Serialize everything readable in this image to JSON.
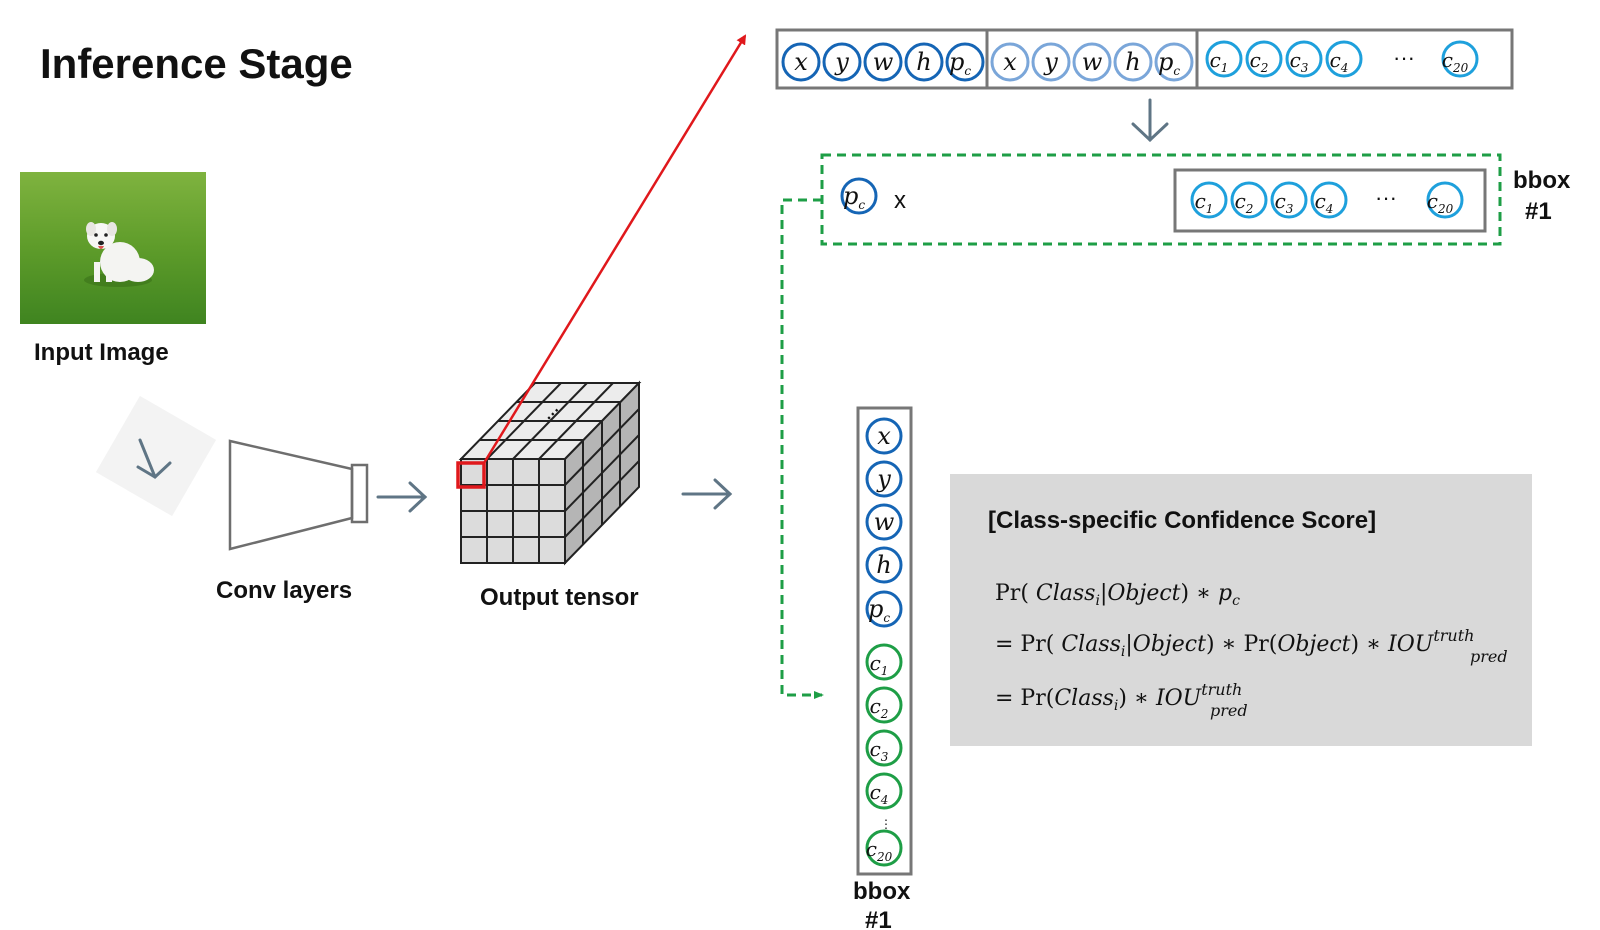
{
  "title": "Inference Stage",
  "input_label": "Input Image",
  "conv_label": "Conv layers",
  "tensor_label": "Output tensor",
  "vector_top": {
    "box1": [
      {
        "b": "x"
      },
      {
        "b": "y"
      },
      {
        "b": "w"
      },
      {
        "b": "h"
      },
      {
        "b": "p",
        "s": "c"
      }
    ],
    "box2": [
      {
        "b": "x"
      },
      {
        "b": "y"
      },
      {
        "b": "w"
      },
      {
        "b": "h"
      },
      {
        "b": "p",
        "s": "c"
      }
    ],
    "classes": [
      {
        "b": "c",
        "s": "1"
      },
      {
        "b": "c",
        "s": "2"
      },
      {
        "b": "c",
        "s": "3"
      },
      {
        "b": "c",
        "s": "4"
      }
    ],
    "ellipsis": "···",
    "last_class": {
      "b": "c",
      "s": "20"
    }
  },
  "multiply": {
    "pc": {
      "b": "p",
      "s": "c"
    },
    "times": "x",
    "classes": [
      {
        "b": "c",
        "s": "1"
      },
      {
        "b": "c",
        "s": "2"
      },
      {
        "b": "c",
        "s": "3"
      },
      {
        "b": "c",
        "s": "4"
      }
    ],
    "ellipsis": "···",
    "last_class": {
      "b": "c",
      "s": "20"
    },
    "label_line1": "bbox",
    "label_line2": "#1"
  },
  "column": {
    "items": [
      {
        "b": "x",
        "tone": "blue"
      },
      {
        "b": "y",
        "tone": "blue"
      },
      {
        "b": "w",
        "tone": "blue"
      },
      {
        "b": "h",
        "tone": "blue"
      },
      {
        "b": "p",
        "s": "c",
        "tone": "blue"
      },
      {
        "b": "c",
        "s": "1",
        "tone": "green"
      },
      {
        "b": "c",
        "s": "2",
        "tone": "green"
      },
      {
        "b": "c",
        "s": "3",
        "tone": "green"
      },
      {
        "b": "c",
        "s": "4",
        "tone": "green"
      },
      {
        "b": "c",
        "s": "20",
        "tone": "green"
      }
    ],
    "vdots": "⋮",
    "label_line1": "bbox",
    "label_line2": "#1"
  },
  "formula": {
    "heading": "[Class-specific Confidence Score]",
    "line1": "Pr( Class_i|Object) ∗ p_c",
    "line2": "= Pr( Class_i|Object) ∗ Pr(Object) ∗ IOU_pred^truth",
    "line3": "= Pr(Class_i) ∗ IOU_pred^truth"
  },
  "colors": {
    "dark_blue": "#1565b5",
    "light_blue": "#7aa6d9",
    "cyan": "#1ea0dc",
    "green": "#1e9e46",
    "red": "#e0181c",
    "gray_arrow": "#5f7585",
    "box_gray": "#d9d9d9"
  }
}
